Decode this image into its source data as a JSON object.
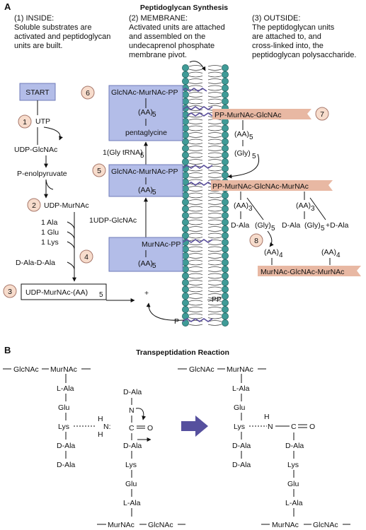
{
  "panel_a": {
    "letter": "A",
    "title": "Peptidoglycan Synthesis",
    "sections": [
      {
        "heading": "(1) INSIDE:",
        "lines": [
          "Soluble substrates are",
          "activated and peptidoglycan",
          "units are built."
        ]
      },
      {
        "heading": "(2) MEMBRANE:",
        "lines": [
          "Activated units are attached",
          "and assembled on the",
          "undecaprenol phosphate",
          "membrane pivot."
        ]
      },
      {
        "heading": "(3) OUTSIDE:",
        "lines": [
          "The peptidoglycan units",
          "are attached to, and",
          "cross-linked into, the",
          "peptidoglycan polysaccharide."
        ]
      }
    ],
    "steps": [
      "1",
      "2",
      "3",
      "4",
      "5",
      "6",
      "7",
      "8"
    ],
    "inside": {
      "start": "START",
      "utp": "UTP",
      "udp_glcnac": "UDP-GlcNAc",
      "p_enol": "P-enolpyruvate",
      "udp_murnac": "UDP-MurNAc",
      "aa_adds": [
        "1 Ala",
        "1 Glu",
        "1 Lys",
        "D-Ala-D-Ala"
      ],
      "udp_murnac_aa": "UDP-MurNAc-(AA)",
      "sub5": "5"
    },
    "membrane": {
      "box4_top": "MurNAc-PP",
      "box4_bottom": "(AA)",
      "udp_glcnac_add": "1UDP-GlcNAc",
      "box5_top": "GlcNAc-MurNAc-PP",
      "box5_bottom": "(AA)",
      "gly_trna": "1(Gly tRNA)",
      "box6_top": "GlcNAc-MurNAc-PP",
      "box6_mid": "(AA)",
      "box6_bottom": "pentaglycine",
      "plus": "+",
      "pp_label": "–PP",
      "p_label": "P"
    },
    "outside": {
      "unit7": "PP-MurNAc-GlcNAc",
      "aa": "(AA)",
      "gly": "(Gly)",
      "chain": "PP-MurNAc-GlcNAc-MurNAc",
      "left_aa": "(AA)",
      "left_dala": "D-Ala",
      "left_gly": "(Gly)",
      "right_aa": "(AA)",
      "right_dala": "D-Ala",
      "right_gly": "(Gly)",
      "right_plus": "+D-Ala",
      "aa4_left": "(AA)",
      "aa4_right": "(AA)",
      "bottom_chain": "MurNAc-GlcNAc-MurNAc",
      "sub3": "3",
      "sub4": "4",
      "sub5": "5"
    }
  },
  "panel_b": {
    "letter": "B",
    "title": "Transpeptidation Reaction",
    "left_top_chain": [
      "GlcNAc",
      "MurNAc"
    ],
    "left_stem": [
      "L-Ala",
      "Glu",
      "Lys",
      "D-Ala",
      "D-Ala"
    ],
    "amine": [
      "H",
      "N:",
      "H"
    ],
    "middle_stem": [
      "D-Ala",
      "N",
      "C",
      "O",
      "D-Ala",
      "Lys",
      "Glu",
      "L-Ala"
    ],
    "left_bottom_chain": [
      "MurNAc",
      "GlcNAc"
    ],
    "right_top_chain": [
      "GlcNAc",
      "MurNAc"
    ],
    "right_stem": [
      "L-Ala",
      "Glu",
      "Lys",
      "D-Ala",
      "D-Ala"
    ],
    "right_bond": [
      "H",
      "N",
      "C",
      "O"
    ],
    "right_middle_stem": [
      "D-Ala",
      "Lys",
      "Glu",
      "L-Ala"
    ],
    "right_bottom_chain": [
      "MurNAc",
      "GlcNAc"
    ]
  },
  "colors": {
    "box_fill": "#b3bde8",
    "box_stroke": "#6f7bb8",
    "step_fill": "#f7dccc",
    "step_stroke": "#a7776a",
    "salmon": "#e8b8a3",
    "lipid_head": "#3f9b97",
    "lipid_stroke": "#235e5c",
    "arrow_fill": "#56509e"
  }
}
